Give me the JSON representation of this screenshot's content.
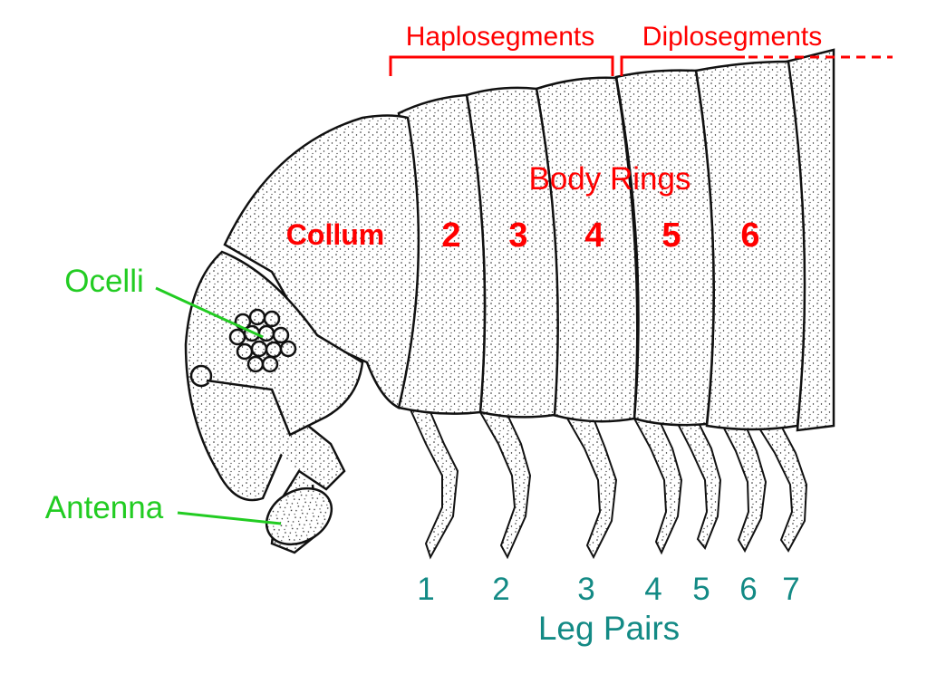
{
  "colors": {
    "segments": "#ff0000",
    "head_parts": "#22cc22",
    "legs": "#138a85"
  },
  "segments": {
    "haplo": "Haplosegments",
    "diplo": "Diplosegments"
  },
  "body_rings": {
    "title": "Body Rings",
    "labels": [
      "Collum",
      "2",
      "3",
      "4",
      "5",
      "6"
    ]
  },
  "head": {
    "ocelli": "Ocelli",
    "antenna": "Antenna"
  },
  "legs": {
    "title": "Leg Pairs",
    "numbers": [
      "1",
      "2",
      "3",
      "4",
      "5",
      "6",
      "7"
    ]
  }
}
